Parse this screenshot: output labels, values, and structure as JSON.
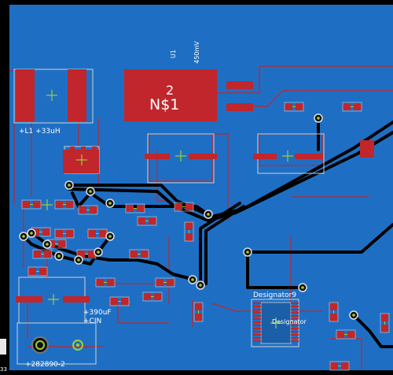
{
  "colors": {
    "board": "#1e6fc4",
    "copper": "#c0262b",
    "outline": "#d0d0d0",
    "trace": "#000000",
    "center_cross": "#9ed030",
    "background": "#000000"
  },
  "components": {
    "inductor_label": "+L1 +33uH",
    "regulator_name": "N$1",
    "regulator_pin": "2",
    "regulator_ref": "U1",
    "regulator_value": "450mV",
    "cap_label": "+390uF",
    "cap_sub": "+CIN",
    "connector_label": "+282890-2",
    "designator_label": "Designator9",
    "designator_label_2": "Designator",
    "corner_label": "33"
  }
}
